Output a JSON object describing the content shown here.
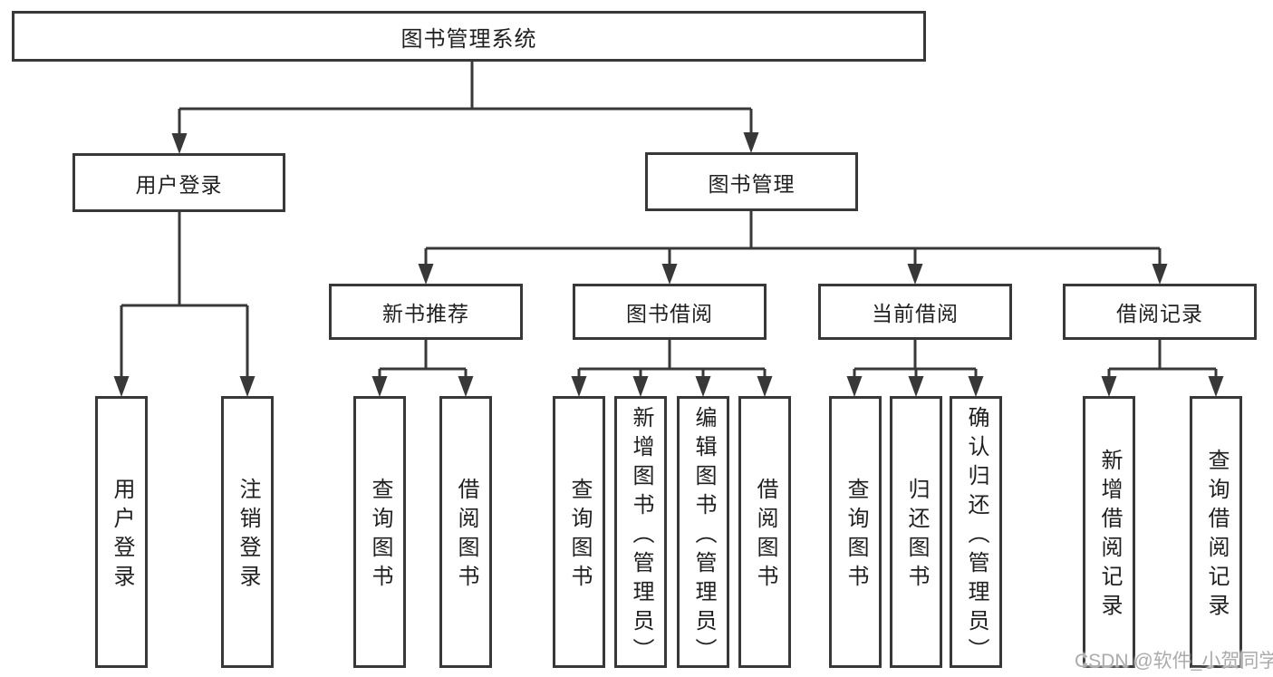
{
  "tree": {
    "label": "图书管理系统",
    "children": [
      {
        "label": "用户登录",
        "children": [
          {
            "label": "用户登录"
          },
          {
            "label": "注销登录"
          }
        ]
      },
      {
        "label": "图书管理",
        "children": [
          {
            "label": "新书推荐",
            "children": [
              {
                "label": "查询图书"
              },
              {
                "label": "借阅图书"
              }
            ]
          },
          {
            "label": "图书借阅",
            "children": [
              {
                "label": "查询图书"
              },
              {
                "label": "新增图书（管理员）"
              },
              {
                "label": "编辑图书（管理员）"
              },
              {
                "label": "借阅图书"
              }
            ]
          },
          {
            "label": "当前借阅",
            "children": [
              {
                "label": "查询图书"
              },
              {
                "label": "归还图书"
              },
              {
                "label": "确认归还（管理员）"
              }
            ]
          },
          {
            "label": "借阅记录",
            "children": [
              {
                "label": "新增借阅记录"
              },
              {
                "label": "查询借阅记录"
              }
            ]
          }
        ]
      }
    ]
  },
  "watermark": {
    "text": "CSDN @软件_小贺同学"
  },
  "colors": {
    "line": "#383838",
    "text": "#1f1f1f",
    "background": "#ffffff",
    "watermark": "#ababab"
  }
}
